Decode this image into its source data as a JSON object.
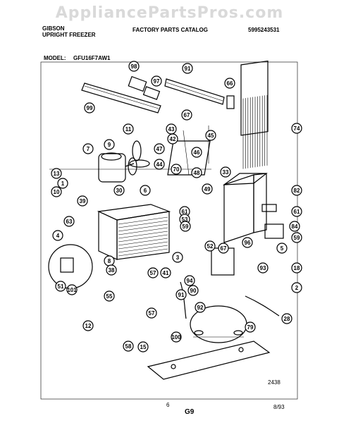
{
  "watermark": "AppliancePartsPros.com",
  "header": {
    "brand": "GIBSON",
    "product": "UPRIGHT FREEZER",
    "catalog": "FACTORY PARTS CATALOG",
    "catalog_number": "5995243531",
    "model_label": "MODEL:",
    "model_value": "GFU16F7AW1"
  },
  "footer": {
    "page_number": "6",
    "section": "G9",
    "date": "8/93",
    "drawing_number": "2438"
  },
  "callouts": [
    "98",
    "97",
    "91",
    "99",
    "66",
    "67",
    "74",
    "11",
    "9",
    "7",
    "42",
    "43",
    "45",
    "47",
    "46",
    "44",
    "48",
    "70",
    "33",
    "13",
    "1",
    "10",
    "6",
    "30",
    "39",
    "49",
    "82",
    "63",
    "61",
    "53",
    "4",
    "59",
    "61",
    "84",
    "52",
    "59",
    "5",
    "3",
    "8",
    "38",
    "41",
    "57",
    "67",
    "96",
    "93",
    "94",
    "18",
    "2",
    "90",
    "91",
    "92",
    "101",
    "51",
    "55",
    "57",
    "12",
    "58",
    "15",
    "100",
    "28",
    "79"
  ]
}
